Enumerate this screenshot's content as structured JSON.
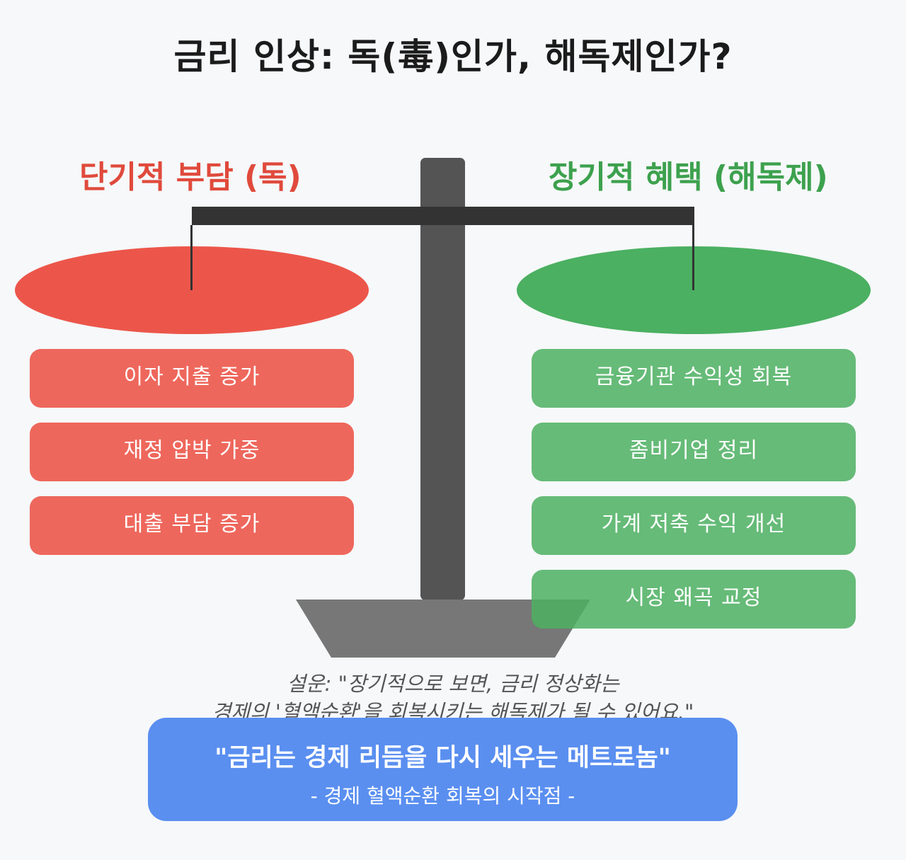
{
  "title": "금리 인상: 독(毒)인가, 해독제인가?",
  "left_side": {
    "heading": "단기적 부담 (독)",
    "items": [
      "이자 지출 증가",
      "재정 압박 가중",
      "대출 부담 증가"
    ]
  },
  "right_side": {
    "heading": "장기적 혜택 (해독제)",
    "items": [
      "금융기관 수익성 회복",
      "좀비기업 정리",
      "가계 저축 수익 개선",
      "시장 왜곡 교정"
    ]
  },
  "quote": {
    "line1": "설운: \"장기적으로 보면, 금리 정상화는",
    "line2": "경제의 '혈액순환'을 회복시키는 해독제가 될 수 있어요.\""
  },
  "callout": {
    "title": "\"금리는 경제 리듬을 다시 세우는 메트로놈\"",
    "subtitle": "- 경제 혈액순환 회복의 시작점 -"
  },
  "colors": {
    "negative": "#ee675c",
    "positive": "#4cb060",
    "callout": "#5a8ff0",
    "scale": "#545454"
  }
}
